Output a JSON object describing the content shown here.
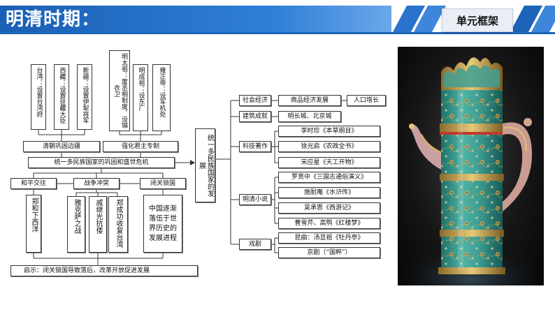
{
  "header": {
    "title": "明清时期：",
    "badge": "单元框架"
  },
  "diagram": {
    "top_left": [
      "台湾：设置台湾府",
      "西藏：设置驻藏大臣",
      "新疆：设置伊犁将军"
    ],
    "top_mid": [
      "明太祖：废丞相制度，设锦衣卫",
      "明成祖：设东厂",
      "雍正帝：设军机处"
    ],
    "consolidate": "清朝巩固边疆",
    "autocracy": "强化君主专制",
    "main": "统一多民族国家的巩固和盛世危机",
    "peace": "和平交往",
    "war": "战争冲突",
    "closed": "闭关锁国",
    "zhenghe": "郑和下西洋",
    "yakesa": "雅克萨之战",
    "qijiguang": "戚继光抗倭",
    "zhengchenggong": "郑成功收复台湾",
    "closed_note": "中国逐渐落伍于世界历史的发展进程",
    "lesson": "启示：闭关锁国导致落后，改革开放促进发展",
    "culture": "统一多民族国家的发展",
    "economy": "社会经济",
    "commodity": "商品经济发展",
    "population": "人口增长",
    "architecture": "建筑成就",
    "wall_city": "明长城、北京城",
    "science": "科技著作",
    "sci_items": [
      "李时珍《本草纲目》",
      "徐光启《农政全书》",
      "宋应星《天工开物》"
    ],
    "novels": "明清小说",
    "novel_items": [
      "罗贯中《三国志通俗演义》",
      "施耐庵《水浒传》",
      "吴承恩《西游记》",
      "曹雪芹、高鹗《红楼梦》"
    ],
    "opera": "戏剧",
    "opera_items": [
      "昆曲：汤显祖《牡丹亭》",
      "京剧（“国粹”）"
    ]
  }
}
